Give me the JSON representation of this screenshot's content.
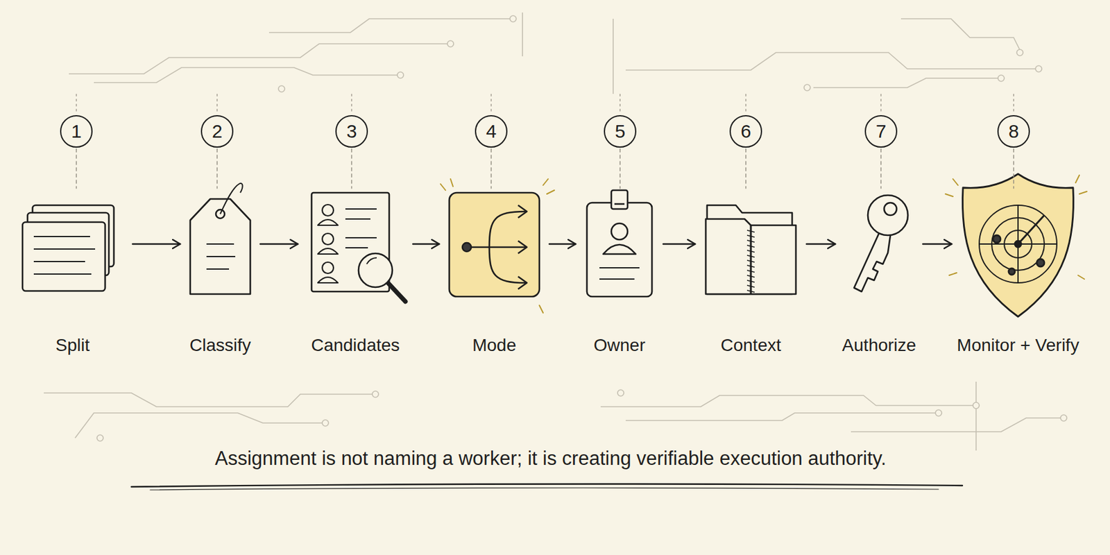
{
  "diagram": {
    "caption": "Assignment is not naming a worker; it is creating verifiable execution authority.",
    "nodes": [
      {
        "text": [
          "1"
        ]
      },
      {
        "text": [
          "Split"
        ]
      },
      {
        "text": [
          "2"
        ]
      },
      {
        "text": [
          "Classify"
        ]
      },
      {
        "text": [
          "3"
        ]
      },
      {
        "text": [
          "Candidates"
        ]
      },
      {
        "text": [
          "4"
        ]
      },
      {
        "text": [
          "Mode"
        ]
      },
      {
        "text": [
          "5"
        ]
      },
      {
        "text": [
          "Owner"
        ]
      },
      {
        "text": [
          "6"
        ]
      },
      {
        "text": [
          "Context"
        ]
      },
      {
        "text": [
          "7"
        ]
      },
      {
        "text": [
          "Authorize"
        ]
      },
      {
        "text": [
          "8"
        ]
      },
      {
        "text": [
          "Monitor + Verify"
        ]
      }
    ],
    "edges": [
      {
        "from": 0,
        "to": 1,
        "arrow": "none"
      },
      {
        "from": 2,
        "to": 3,
        "arrow": "none"
      },
      {
        "from": 4,
        "to": 5,
        "arrow": "none"
      },
      {
        "from": 6,
        "to": 7,
        "arrow": "none"
      },
      {
        "from": 8,
        "to": 9,
        "arrow": "none"
      },
      {
        "from": 10,
        "to": 11,
        "arrow": "none"
      },
      {
        "from": 12,
        "to": 13,
        "arrow": "none"
      },
      {
        "from": 14,
        "to": 15,
        "arrow": "none"
      },
      {
        "from": 1,
        "to": 3,
        "arrow": "to"
      },
      {
        "from": 3,
        "to": 5,
        "arrow": "to"
      },
      {
        "from": 5,
        "to": 7,
        "arrow": "to"
      },
      {
        "from": 7,
        "to": 9,
        "arrow": "to"
      },
      {
        "from": 9,
        "to": 11,
        "arrow": "to"
      },
      {
        "from": 11,
        "to": 13,
        "arrow": "to"
      },
      {
        "from": 13,
        "to": 15,
        "arrow": "to"
      }
    ]
  }
}
